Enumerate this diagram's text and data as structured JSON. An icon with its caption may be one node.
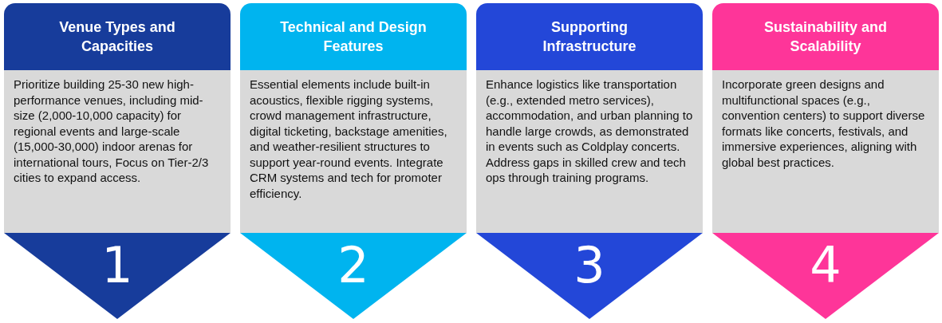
{
  "diagram": {
    "nodes": [
      {
        "text": [
          "Venue Types and Capacities"
        ]
      },
      {
        "text": [
          "Prioritize building 25-30 new high-performance venues, including mid-size (2,000-10,000 capacity) for regional events and large-scale (15,000-30,000) indoor arenas for international tours, Focus on Tier-2/3 cities to expand access."
        ]
      },
      {
        "text": [
          "1"
        ]
      },
      {
        "text": [
          "Technical and Design Features"
        ]
      },
      {
        "text": [
          "Essential elements include built-in acoustics, flexible rigging systems, crowd management infrastructure, digital ticketing, backstage amenities, and weather-resilient structures to support year-round events. Integrate CRM systems and tech for promoter efficiency."
        ]
      },
      {
        "text": [
          "2"
        ]
      },
      {
        "text": [
          "Supporting Infrastructure"
        ]
      },
      {
        "text": [
          "Enhance logistics like transportation (e.g., extended metro services), accommodation, and urban planning to handle large crowds, as demonstrated in events such as Coldplay concerts. Address gaps in skilled crew and tech ops through training programs."
        ]
      },
      {
        "text": [
          "3"
        ]
      },
      {
        "text": [
          "Sustainability and Scalability"
        ]
      },
      {
        "text": [
          "Incorporate green designs and multifunctional spaces (e.g., convention centers) to support diverse formats like concerts, festivals, and immersive experiences, aligning with global best practices."
        ]
      },
      {
        "text": [
          "4"
        ]
      }
    ]
  }
}
